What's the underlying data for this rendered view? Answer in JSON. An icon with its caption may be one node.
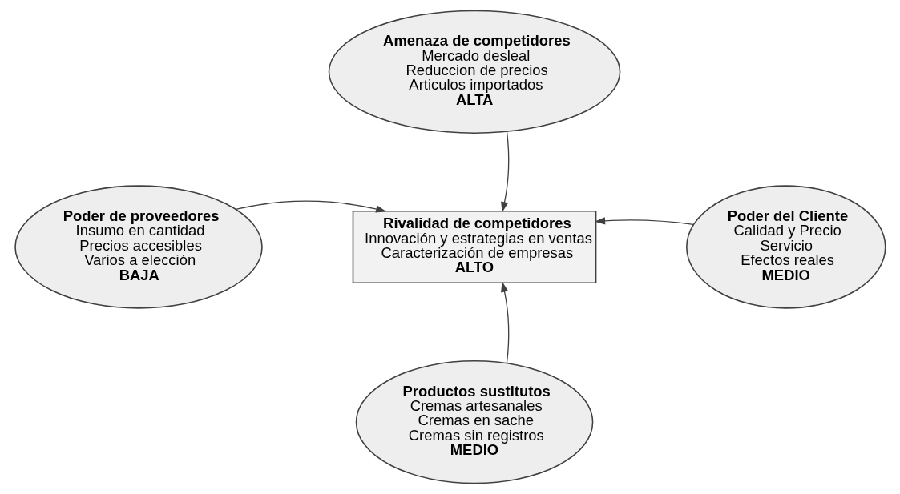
{
  "diagram": {
    "nodes": [
      {
        "text": [
          "Amenaza de competidores",
          "Mercado desleal",
          "Reduccion de precios",
          "Articulos importados",
          "ALTA"
        ]
      },
      {
        "text": [
          "Poder de proveedores",
          "Insumo en cantidad",
          "Precios accesibles",
          "Varios a elección",
          "BAJA"
        ]
      },
      {
        "text": [
          "Rivalidad de competidores",
          "Innovación y estrategias en ventas",
          "Caracterización de empresas",
          "ALTO"
        ]
      },
      {
        "text": [
          "Poder del Cliente",
          "Calidad y Precio",
          "Servicio",
          "Efectos reales",
          "MEDIO"
        ]
      },
      {
        "text": [
          "Productos sustitutos",
          "Cremas artesanales",
          "Cremas en sache",
          "Cremas sin registros",
          "MEDIO"
        ]
      }
    ],
    "edges": [
      {
        "from": 0,
        "to": 2,
        "arrow": "to"
      },
      {
        "from": 1,
        "to": 2,
        "arrow": "to"
      },
      {
        "from": 3,
        "to": 2,
        "arrow": "to"
      },
      {
        "from": 4,
        "to": 2,
        "arrow": "to"
      }
    ]
  }
}
